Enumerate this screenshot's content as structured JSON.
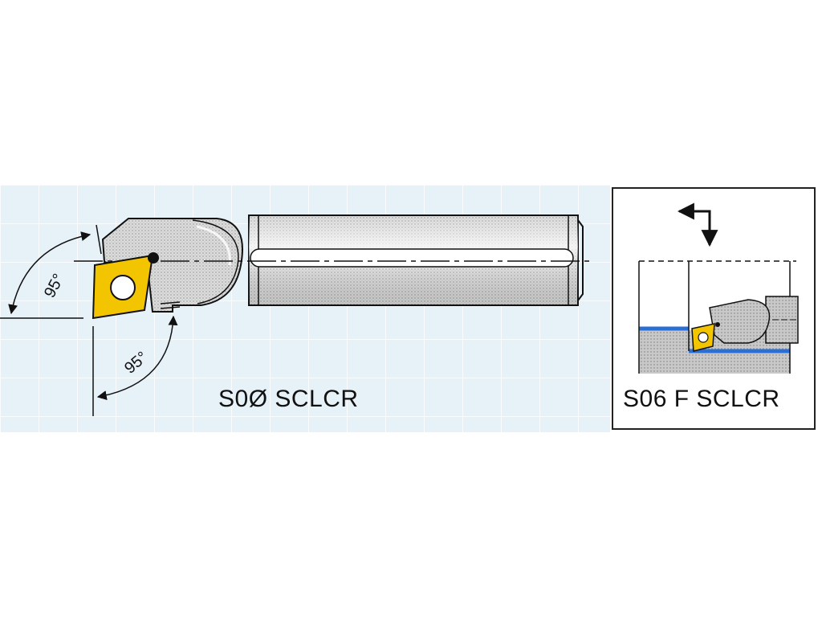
{
  "main_diagram": {
    "label": "S0Ø SCLCR",
    "angle_top": "95°",
    "angle_bottom": "95°"
  },
  "inset": {
    "label": "S06 F SCLCR"
  },
  "colors": {
    "background_band": "#e6f1f8",
    "insert": "#f3c400",
    "tool_body": "#d2d2d2",
    "workpiece_line": "#2b6fd6",
    "workpiece": "#b9b9b9"
  }
}
